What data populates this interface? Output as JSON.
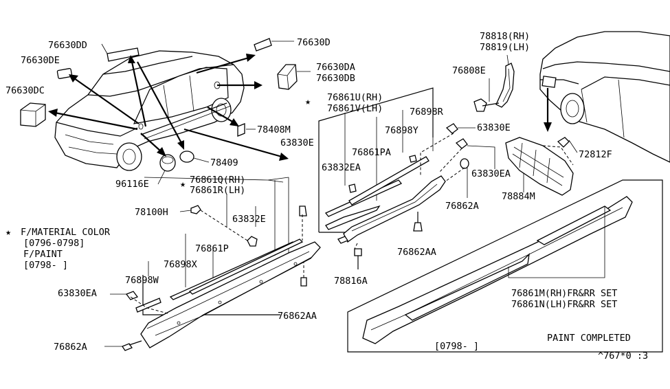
{
  "labels": {
    "l_76630dd": "76630DD",
    "l_76630d": "76630D",
    "l_76630de": "76630DE",
    "l_76630dc": "76630DC",
    "l_76630da": "76630DA",
    "l_76630db": "76630DB",
    "l_78408m": "78408M",
    "l_78409": "78409",
    "l_96116e": "96116E",
    "l_63830e_a": "63830E",
    "l_76861q": "76861Q(RH)",
    "l_76861r": "76861R(LH)",
    "l_78100h": "78100H",
    "l_63832e": "63832E",
    "l_76861p": "76861P",
    "l_76898x": "76898X",
    "l_76898w": "76898W",
    "l_63830ea_a": "63830EA",
    "l_76862a_a": "76862A",
    "l_76862aa_a": "76862AA",
    "l_76861u": "76861U(RH)",
    "l_76861v": "76861V(LH)",
    "l_76898r": "76898R",
    "l_76898y": "76898Y",
    "l_63832ea": "63832EA",
    "l_76861pa": "76861PA",
    "l_63830e_b": "63830E",
    "l_63830ea_b": "63830EA",
    "l_76862a_b": "76862A",
    "l_76862aa_b": "76862AA",
    "l_78816a": "78816A",
    "l_78818": "78818(RH)",
    "l_78819": "78819(LH)",
    "l_76808e": "76808E",
    "l_72812f": "72812F",
    "l_78884m": "78884M",
    "l_76861m": "76861M(RH)FR&RR SET",
    "l_76861n": "76861N(LH)FR&RR SET",
    "l_paint_completed": "PAINT COMPLETED",
    "l_date_box": "[0798-     ]",
    "l_ref": "^767*0 :3"
  },
  "legend": {
    "material": "F/MATERIAL COLOR",
    "material_date": "[0796-0798]",
    "paint": "F/PAINT",
    "paint_date": "[0798-     ]"
  }
}
